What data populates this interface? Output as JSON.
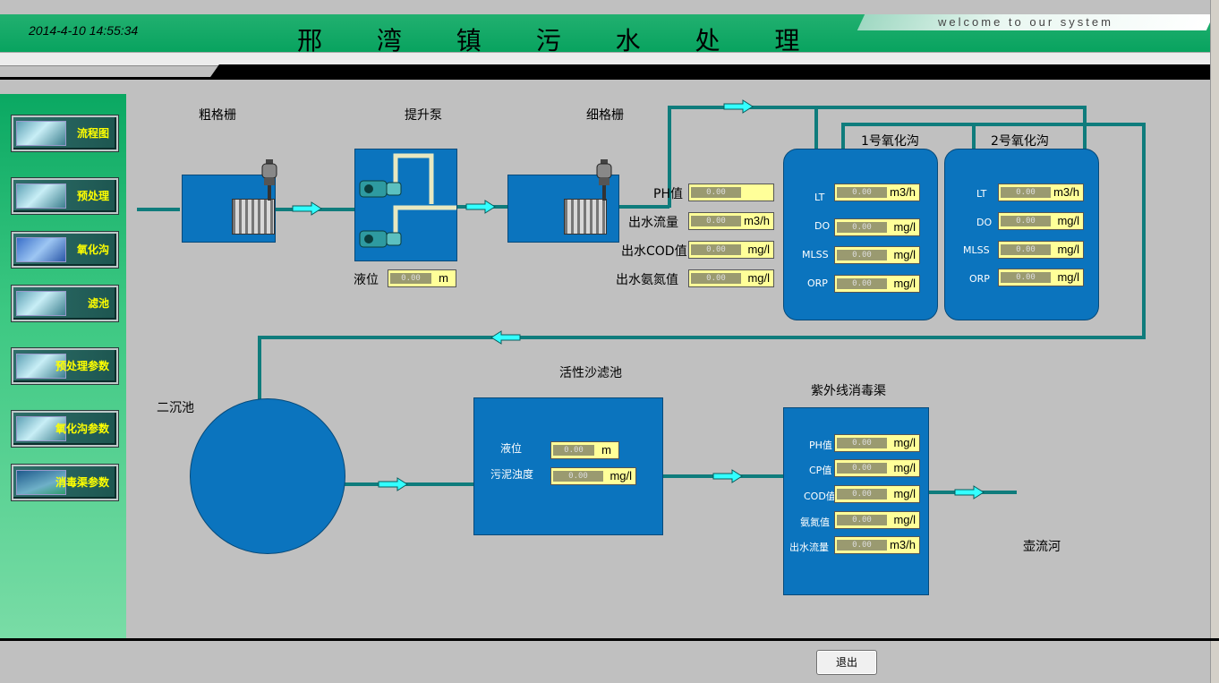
{
  "header": {
    "datetime": "2014-4-10 14:55:34",
    "title": "邢 湾 镇 污 水 处 理",
    "welcome": "welcome to our system"
  },
  "sidebar": {
    "items": [
      {
        "label": "流程图",
        "icon": "flowchart-icon"
      },
      {
        "label": "预处理",
        "icon": "pretreatment-icon"
      },
      {
        "label": "氧化沟",
        "icon": "oxidation-ditch-icon"
      },
      {
        "label": "滤池",
        "icon": "filter-icon"
      },
      {
        "label": "预处理参数",
        "icon": "pretreatment-params-icon"
      },
      {
        "label": "氧化沟参数",
        "icon": "oxidation-params-icon"
      },
      {
        "label": "消毒渠参数",
        "icon": "disinfection-params-icon"
      }
    ]
  },
  "process": {
    "coarse_screen": "粗格栅",
    "lift_pump": "提升泵",
    "fine_screen": "细格栅",
    "level_label": "液位",
    "level_value": "0.00",
    "level_unit": "m",
    "inlet": [
      {
        "label": "PH值",
        "value": "0.00",
        "unit": ""
      },
      {
        "label": "出水流量",
        "value": "0.00",
        "unit": "m3/h"
      },
      {
        "label": "出水COD值",
        "value": "0.00",
        "unit": "mg/l"
      },
      {
        "label": "出水氨氮值",
        "value": "0.00",
        "unit": "mg/l"
      }
    ],
    "ditch1": {
      "title": "1号氧化沟",
      "rows": [
        {
          "label": "LT",
          "value": "0.00",
          "unit": "m3/h"
        },
        {
          "label": "DO",
          "value": "0.00",
          "unit": "mg/l"
        },
        {
          "label": "MLSS",
          "value": "0.00",
          "unit": "mg/l"
        },
        {
          "label": "ORP",
          "value": "0.00",
          "unit": "mg/l"
        }
      ]
    },
    "ditch2": {
      "title": "2号氧化沟",
      "rows": [
        {
          "label": "LT",
          "value": "0.00",
          "unit": "m3/h"
        },
        {
          "label": "DO",
          "value": "0.00",
          "unit": "mg/l"
        },
        {
          "label": "MLSS",
          "value": "0.00",
          "unit": "mg/l"
        },
        {
          "label": "ORP",
          "value": "0.00",
          "unit": "mg/l"
        }
      ]
    },
    "clarifier": "二沉池",
    "sand_filter": {
      "title": "活性沙滤池",
      "rows": [
        {
          "label": "液位",
          "value": "0.00",
          "unit": "m"
        },
        {
          "label": "污泥浊度",
          "value": "0.00",
          "unit": "mg/l"
        }
      ]
    },
    "uv": {
      "title": "紫外线消毒渠",
      "rows": [
        {
          "label": "PH值",
          "value": "0.00",
          "unit": "mg/l"
        },
        {
          "label": "CP值",
          "value": "0.00",
          "unit": "mg/l"
        },
        {
          "label": "COD值",
          "value": "0.00",
          "unit": "mg/l"
        },
        {
          "label": "氨氮值",
          "value": "0.00",
          "unit": "mg/l"
        },
        {
          "label": "出水流量",
          "value": "0.00",
          "unit": "m3/h"
        }
      ]
    },
    "river": "壶流河"
  },
  "footer": {
    "exit_label": "退出"
  },
  "colors": {
    "pipe": "#0f7c7c",
    "tank": "#0b74be",
    "header_green": "#08a35f",
    "value_bg": "#ffff99"
  }
}
